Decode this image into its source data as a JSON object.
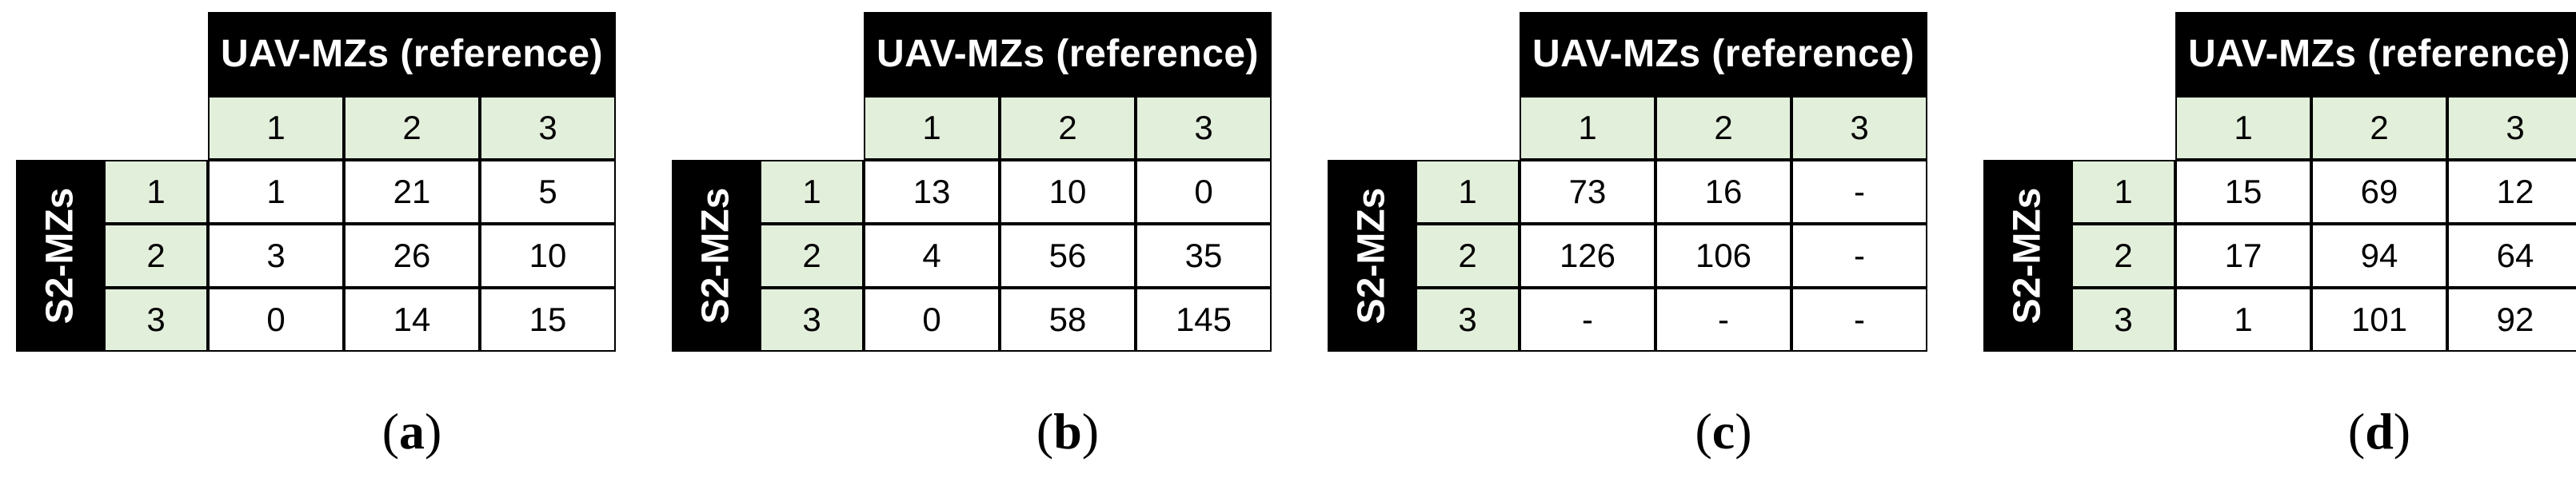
{
  "column_group_label": "UAV-MZs (reference)",
  "row_group_label": "S2-MZs",
  "column_headers": [
    "1",
    "2",
    "3"
  ],
  "row_headers": [
    "1",
    "2",
    "3"
  ],
  "chart_data": [
    {
      "type": "table",
      "panel": "a",
      "caption_open": "(",
      "caption_letter": "a",
      "caption_close": ")",
      "rows": [
        [
          "1",
          "21",
          "5"
        ],
        [
          "3",
          "26",
          "10"
        ],
        [
          "0",
          "14",
          "15"
        ]
      ]
    },
    {
      "type": "table",
      "panel": "b",
      "caption_open": "(",
      "caption_letter": "b",
      "caption_close": ")",
      "rows": [
        [
          "13",
          "10",
          "0"
        ],
        [
          "4",
          "56",
          "35"
        ],
        [
          "0",
          "58",
          "145"
        ]
      ]
    },
    {
      "type": "table",
      "panel": "c",
      "caption_open": "(",
      "caption_letter": "c",
      "caption_close": ")",
      "rows": [
        [
          "73",
          "16",
          "-"
        ],
        [
          "126",
          "106",
          "-"
        ],
        [
          "-",
          "-",
          "-"
        ]
      ]
    },
    {
      "type": "table",
      "panel": "d",
      "caption_open": "(",
      "caption_letter": "d",
      "caption_close": ")",
      "rows": [
        [
          "15",
          "69",
          "12"
        ],
        [
          "17",
          "94",
          "64"
        ],
        [
          "1",
          "101",
          "92"
        ]
      ]
    }
  ]
}
